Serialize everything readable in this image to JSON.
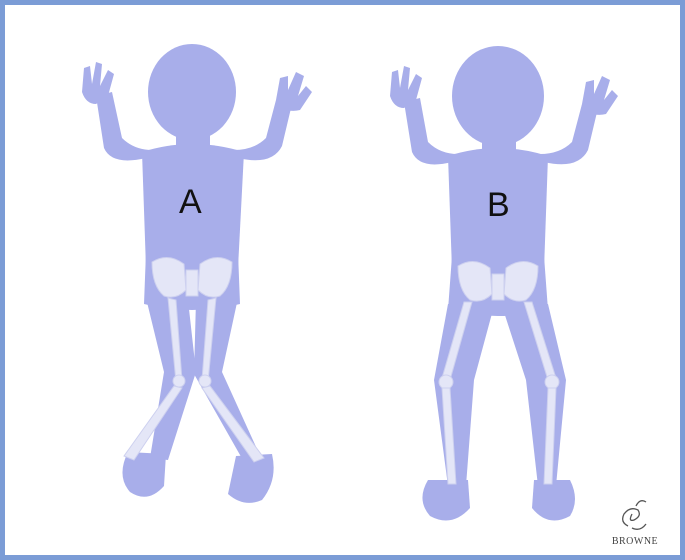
{
  "figure_a": {
    "label": "A",
    "body_color": "#a8aeea",
    "bone_color": "#e4e6f7"
  },
  "figure_b": {
    "label": "B",
    "body_color": "#a8aeea",
    "bone_color": "#e4e6f7"
  },
  "signature": {
    "text": "BROWNE"
  },
  "frame_color": "#7b9cd6"
}
